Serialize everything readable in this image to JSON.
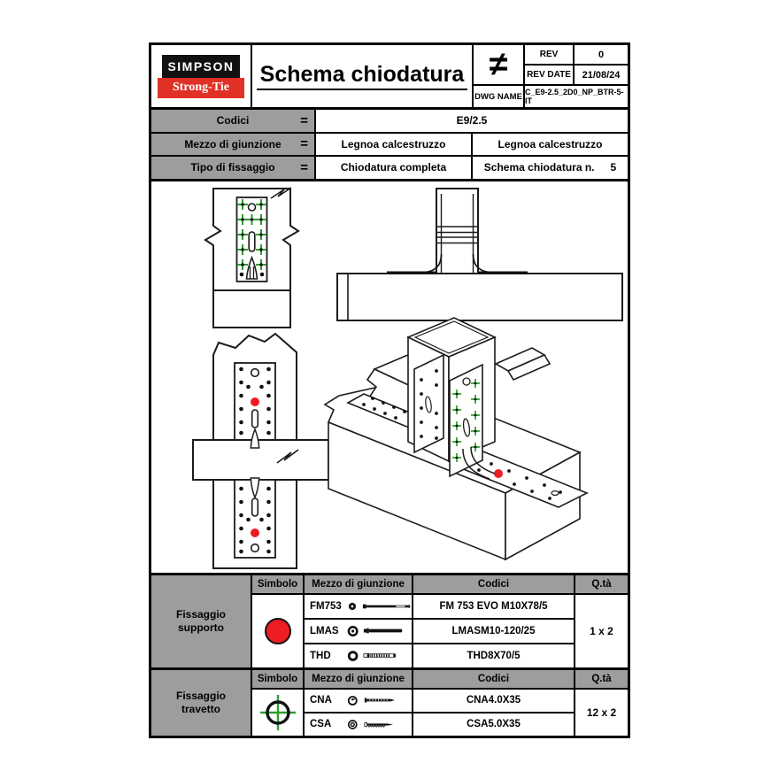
{
  "title_block": {
    "logo_line1": "SIMPSON",
    "logo_line2": "Strong-Tie",
    "title": "Schema chiodatura",
    "not_equal_symbol": "≠",
    "rev_label": "REV",
    "rev_value": "0",
    "rev_date_label": "REV DATE",
    "rev_date_value": "21/08/24",
    "dwg_name_label": "DWG NAME",
    "dwg_name_value": "C_E9-2.5_2D0_NP_BTR-5-IT"
  },
  "info_table": {
    "equals_symbol": "=",
    "rows": [
      {
        "label": "Codici",
        "value": "E9/2.5"
      },
      {
        "label": "Mezzo di giunzione",
        "value_left": "Legnoa calcestruzzo",
        "value_right": "Legnoa calcestruzzo"
      },
      {
        "label": "Tipo di fissaggio",
        "value_left": "Chiodatura completa",
        "value_right_label": "Schema chiodatura n.",
        "value_right_number": "5"
      }
    ]
  },
  "fixing_headers": {
    "simbolo": "Simbolo",
    "mezzo": "Mezzo di giunzione",
    "codici": "Codici",
    "qta": "Q.tà"
  },
  "supporto": {
    "group_label": "Fissaggio supporto",
    "symbol": "red-dot",
    "rows": [
      {
        "name": "FM753",
        "code": "FM 753 EVO M10X78/5"
      },
      {
        "name": "LMAS",
        "code": "LMASM10-120/25"
      },
      {
        "name": "THD",
        "code": "THD8X70/5"
      }
    ],
    "quantity": "1 x 2"
  },
  "travetto": {
    "group_label": "Fissaggio travetto",
    "symbol": "green-crosshair",
    "rows": [
      {
        "name": "CNA",
        "code": "CNA4.0X35"
      },
      {
        "name": "CSA",
        "code": "CSA5.0X35"
      }
    ],
    "quantity": "12 x 2"
  },
  "colors": {
    "header_gray": "#9d9d9d",
    "logo_red": "#e03127",
    "symbol_red": "#ee1c23",
    "nail_green": "#2f9e2f",
    "line_black": "#1c1c1c"
  }
}
